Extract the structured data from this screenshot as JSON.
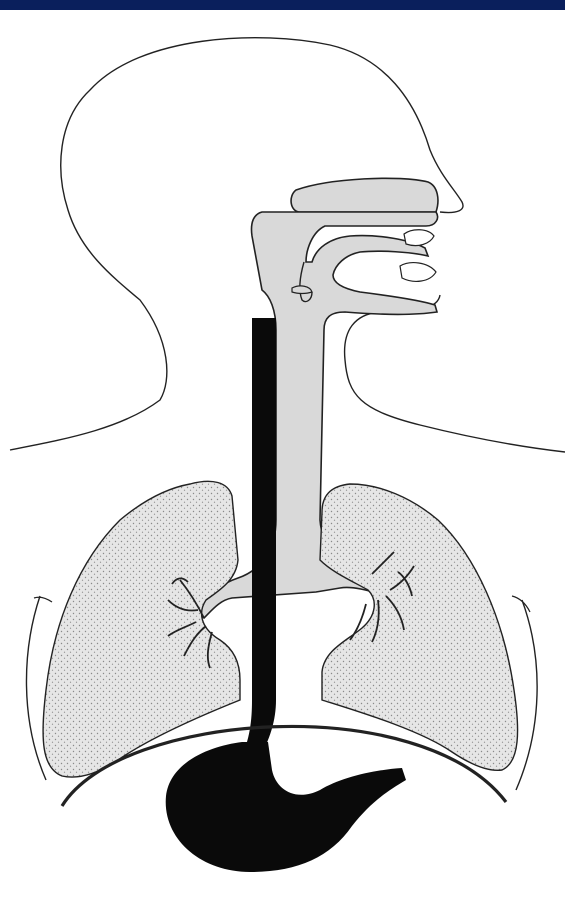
{
  "colors": {
    "top_bar": "#0a1f5c",
    "outline": "#222222",
    "airway_fill": "#d9d9d9",
    "lung_fill": "#e6e6e6",
    "lung_stipple": "#8a8a8a",
    "esophagus_fill": "#0a0a0a",
    "background": "#ffffff"
  },
  "diagram": {
    "subject": "respiratory-tract",
    "parts": [
      "head-outline",
      "nasal-cavity",
      "oral-cavity",
      "pharynx",
      "larynx",
      "trachea",
      "esophagus",
      "bronchi",
      "left-lung",
      "right-lung",
      "diaphragm",
      "stomach",
      "rib-arcs"
    ]
  }
}
